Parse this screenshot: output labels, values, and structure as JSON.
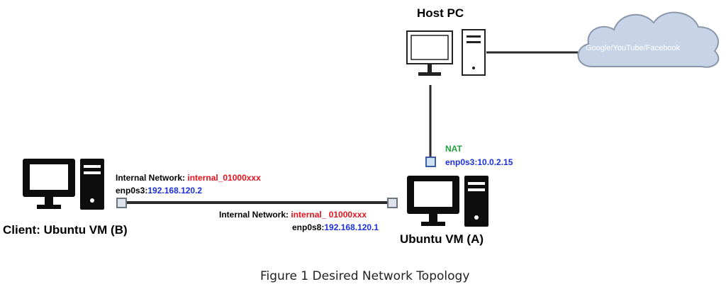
{
  "nodes": {
    "host": {
      "title": "Host PC"
    },
    "client": {
      "title": "Client: Ubuntu VM (B)"
    },
    "vm_a": {
      "title": "Ubuntu VM (A)"
    },
    "cloud": {
      "label": "Google/YouTube/Facebook"
    }
  },
  "links": {
    "client_iface": {
      "network_prefix": "Internal Network: ",
      "network_name": "internal_01000xxx",
      "iface_prefix": "enp0s3:",
      "ip": "192.168.120.2"
    },
    "vm_a_internal": {
      "network_prefix": "Internal Network: ",
      "network_name": "internal_ 01000xxx",
      "iface_prefix": "enp0s8:",
      "ip": "192.168.120.1"
    },
    "vm_a_nat": {
      "type": "NAT",
      "iface": "enp0s3:10.0.2.15"
    }
  },
  "caption": "Figure 1 Desired Network Topology",
  "colors": {
    "network_name": "#e8111b",
    "ip": "#1a2fe0",
    "nat": "#1fa43c",
    "cloud_fill": "#c7d3e6",
    "cloud_stroke": "#8a97aa",
    "port_fill": "#cfe0f2"
  }
}
